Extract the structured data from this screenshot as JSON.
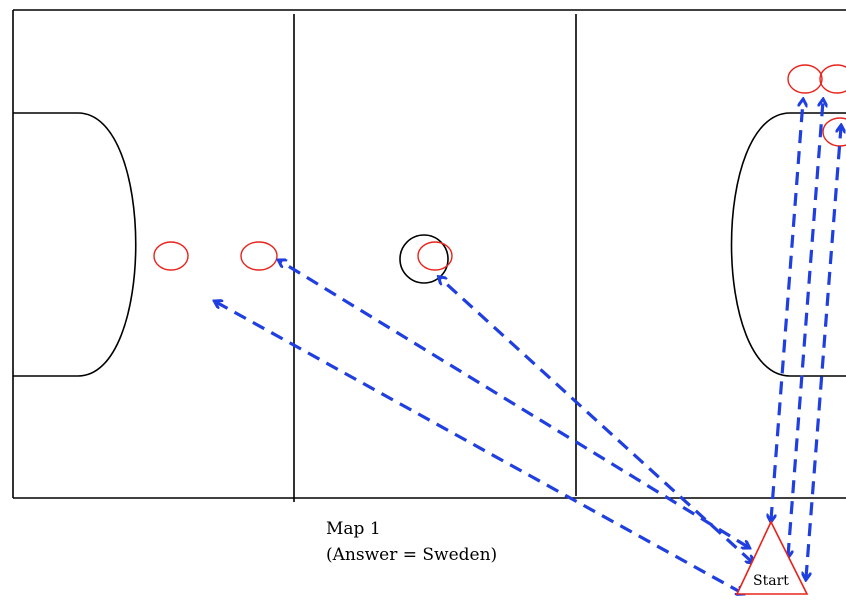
{
  "caption": {
    "title": "Map 1",
    "answer": "(Answer = Sweden)"
  },
  "start_marker": {
    "label": "Start"
  },
  "colors": {
    "court_lines": "#000000",
    "marker_circles": "#e8231c",
    "arrows": "#1f3fe0",
    "start_triangle": "#e8231c"
  }
}
